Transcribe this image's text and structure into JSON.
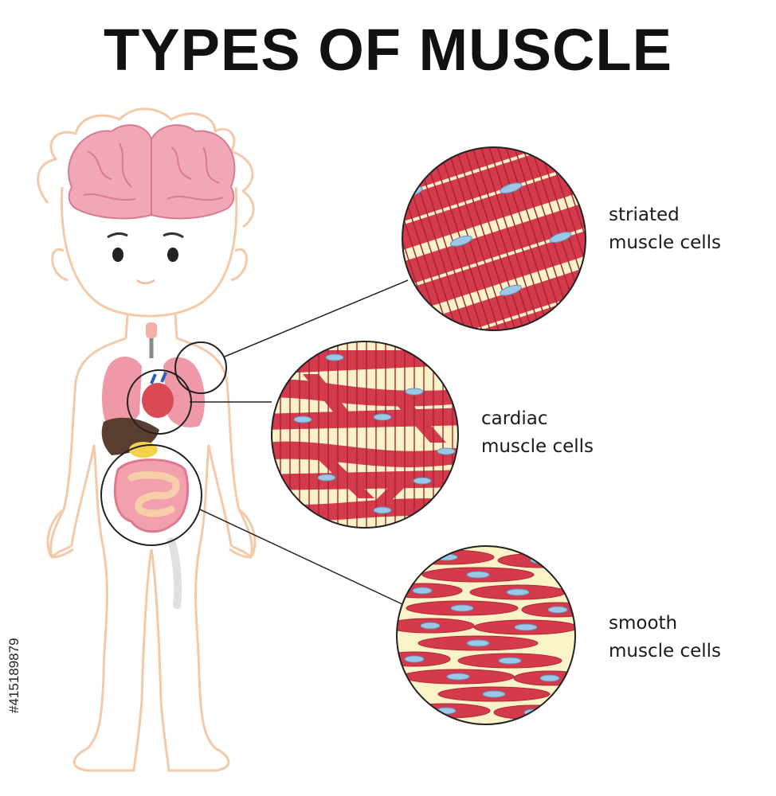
{
  "title": "TYPES OF MUSCLE",
  "labels": {
    "striated": {
      "line1": "striated",
      "line2": "muscle cells"
    },
    "cardiac": {
      "line1": "cardiac",
      "line2": "muscle cells"
    },
    "smooth": {
      "line1": "smooth",
      "line2": "muscle cells"
    }
  },
  "watermark": "#415189879",
  "colors": {
    "muscle_red": "#d33a4c",
    "muscle_dark": "#b32638",
    "background_cream": "#fbf3c8",
    "nucleus_blue": "#9cc8e6",
    "body_outline": "#f4c9a8",
    "brain_pink": "#f0a8b8"
  }
}
